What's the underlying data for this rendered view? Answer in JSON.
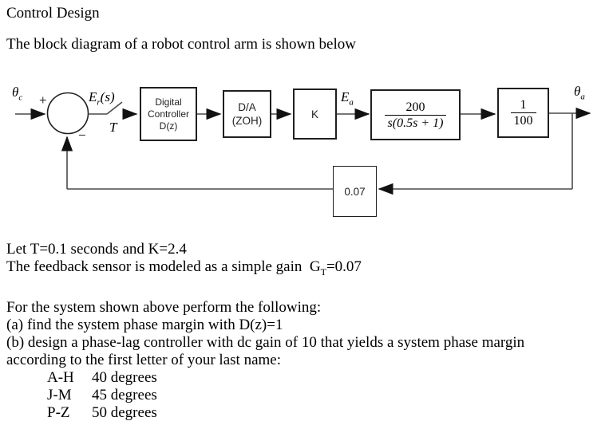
{
  "document": {
    "title": "Control Design",
    "intro": "The block diagram of a robot control arm is shown below",
    "params": {
      "line1": "Let T=0.1 seconds and K=2.4",
      "line2_prefix": "The feedback sensor is modeled as a simple gain  G",
      "line2_sub": "T",
      "line2_suffix": "=0.07"
    },
    "tasks": {
      "line1": "For the system shown above perform the following:",
      "line2": "(a) find the system phase margin with D(z)=1",
      "line3": "(b) design a phase-lag controller with dc gain of 10 that yields a system phase margin",
      "line4": "according to the first letter of your last name:"
    },
    "margin_table": [
      {
        "range": "A-H",
        "value": "40 degrees"
      },
      {
        "range": "J-M",
        "value": "45 degrees"
      },
      {
        "range": "P-Z",
        "value": "50 degrees"
      }
    ]
  },
  "diagram": {
    "signs": {
      "plus": "+",
      "minus": "−"
    },
    "labels": {
      "input_base": "θ",
      "input_sub": "c",
      "error_base": "E",
      "error_sub": "r",
      "error_args": "(s)",
      "sample_period": "T",
      "ea_base": "E",
      "ea_sub": "a",
      "output_base": "θ",
      "output_sub": "a"
    },
    "blocks": {
      "digital_controller": {
        "line1": "Digital",
        "line2": "Controller",
        "line3": "D(z)"
      },
      "da_zoh": {
        "line1": "D/A",
        "line2": "(ZOH)"
      },
      "gain": {
        "label": "K"
      },
      "plant": {
        "num": "200",
        "den": "s(0.5s + 1)"
      },
      "output_scale": {
        "num": "1",
        "den": "100"
      },
      "feedback_gain": {
        "label": "0.07"
      }
    },
    "colors": {
      "line": "#4a4a4a",
      "ink": "#1a1a1a"
    }
  }
}
